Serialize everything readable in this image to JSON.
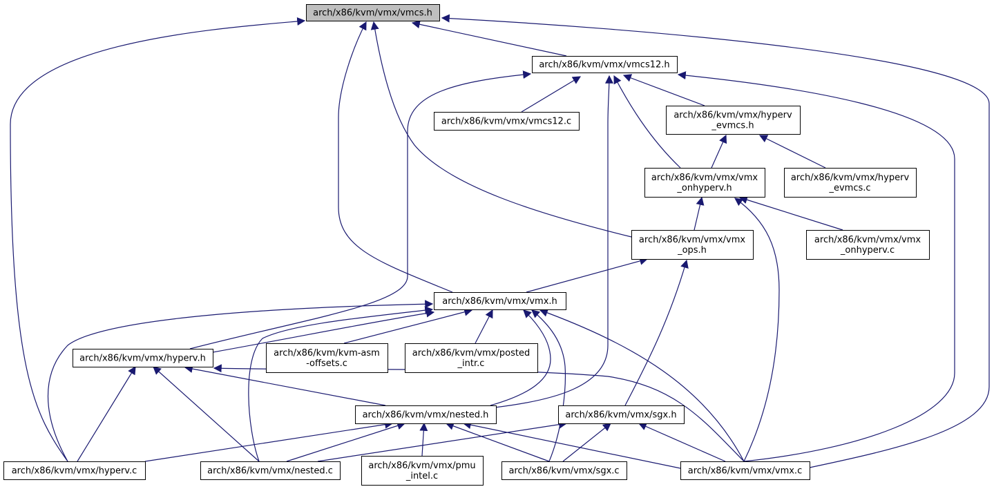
{
  "colors": {
    "edge": "#191970",
    "root_fill": "#bfbfbf",
    "node_fill": "#ffffff",
    "node_stroke": "#000000"
  },
  "nodes": {
    "vmcs_h": [
      "arch/x86/kvm/vmx/vmcs.h"
    ],
    "vmcs12_h": [
      "arch/x86/kvm/vmx/vmcs12.h"
    ],
    "vmcs12_c": [
      "arch/x86/kvm/vmx/vmcs12.c"
    ],
    "hyperv_evmcs_h": [
      "arch/x86/kvm/vmx/hyperv",
      "_evmcs.h"
    ],
    "vmx_onhyperv_h": [
      "arch/x86/kvm/vmx/vmx",
      "_onhyperv.h"
    ],
    "hyperv_evmcs_c": [
      "arch/x86/kvm/vmx/hyperv",
      "_evmcs.c"
    ],
    "vmx_ops_h": [
      "arch/x86/kvm/vmx/vmx",
      "_ops.h"
    ],
    "vmx_onhyperv_c": [
      "arch/x86/kvm/vmx/vmx",
      "_onhyperv.c"
    ],
    "vmx_h": [
      "arch/x86/kvm/vmx/vmx.h"
    ],
    "hyperv_h": [
      "arch/x86/kvm/vmx/hyperv.h"
    ],
    "kvm_asm_offsets_c": [
      "arch/x86/kvm/kvm-asm",
      "-offsets.c"
    ],
    "posted_intr_c": [
      "arch/x86/kvm/vmx/posted",
      "_intr.c"
    ],
    "nested_h": [
      "arch/x86/kvm/vmx/nested.h"
    ],
    "sgx_h": [
      "arch/x86/kvm/vmx/sgx.h"
    ],
    "hyperv_c": [
      "arch/x86/kvm/vmx/hyperv.c"
    ],
    "nested_c": [
      "arch/x86/kvm/vmx/nested.c"
    ],
    "pmu_intel_c": [
      "arch/x86/kvm/vmx/pmu",
      "_intel.c"
    ],
    "sgx_c": [
      "arch/x86/kvm/vmx/sgx.c"
    ],
    "vmx_c": [
      "arch/x86/kvm/vmx/vmx.c"
    ]
  }
}
